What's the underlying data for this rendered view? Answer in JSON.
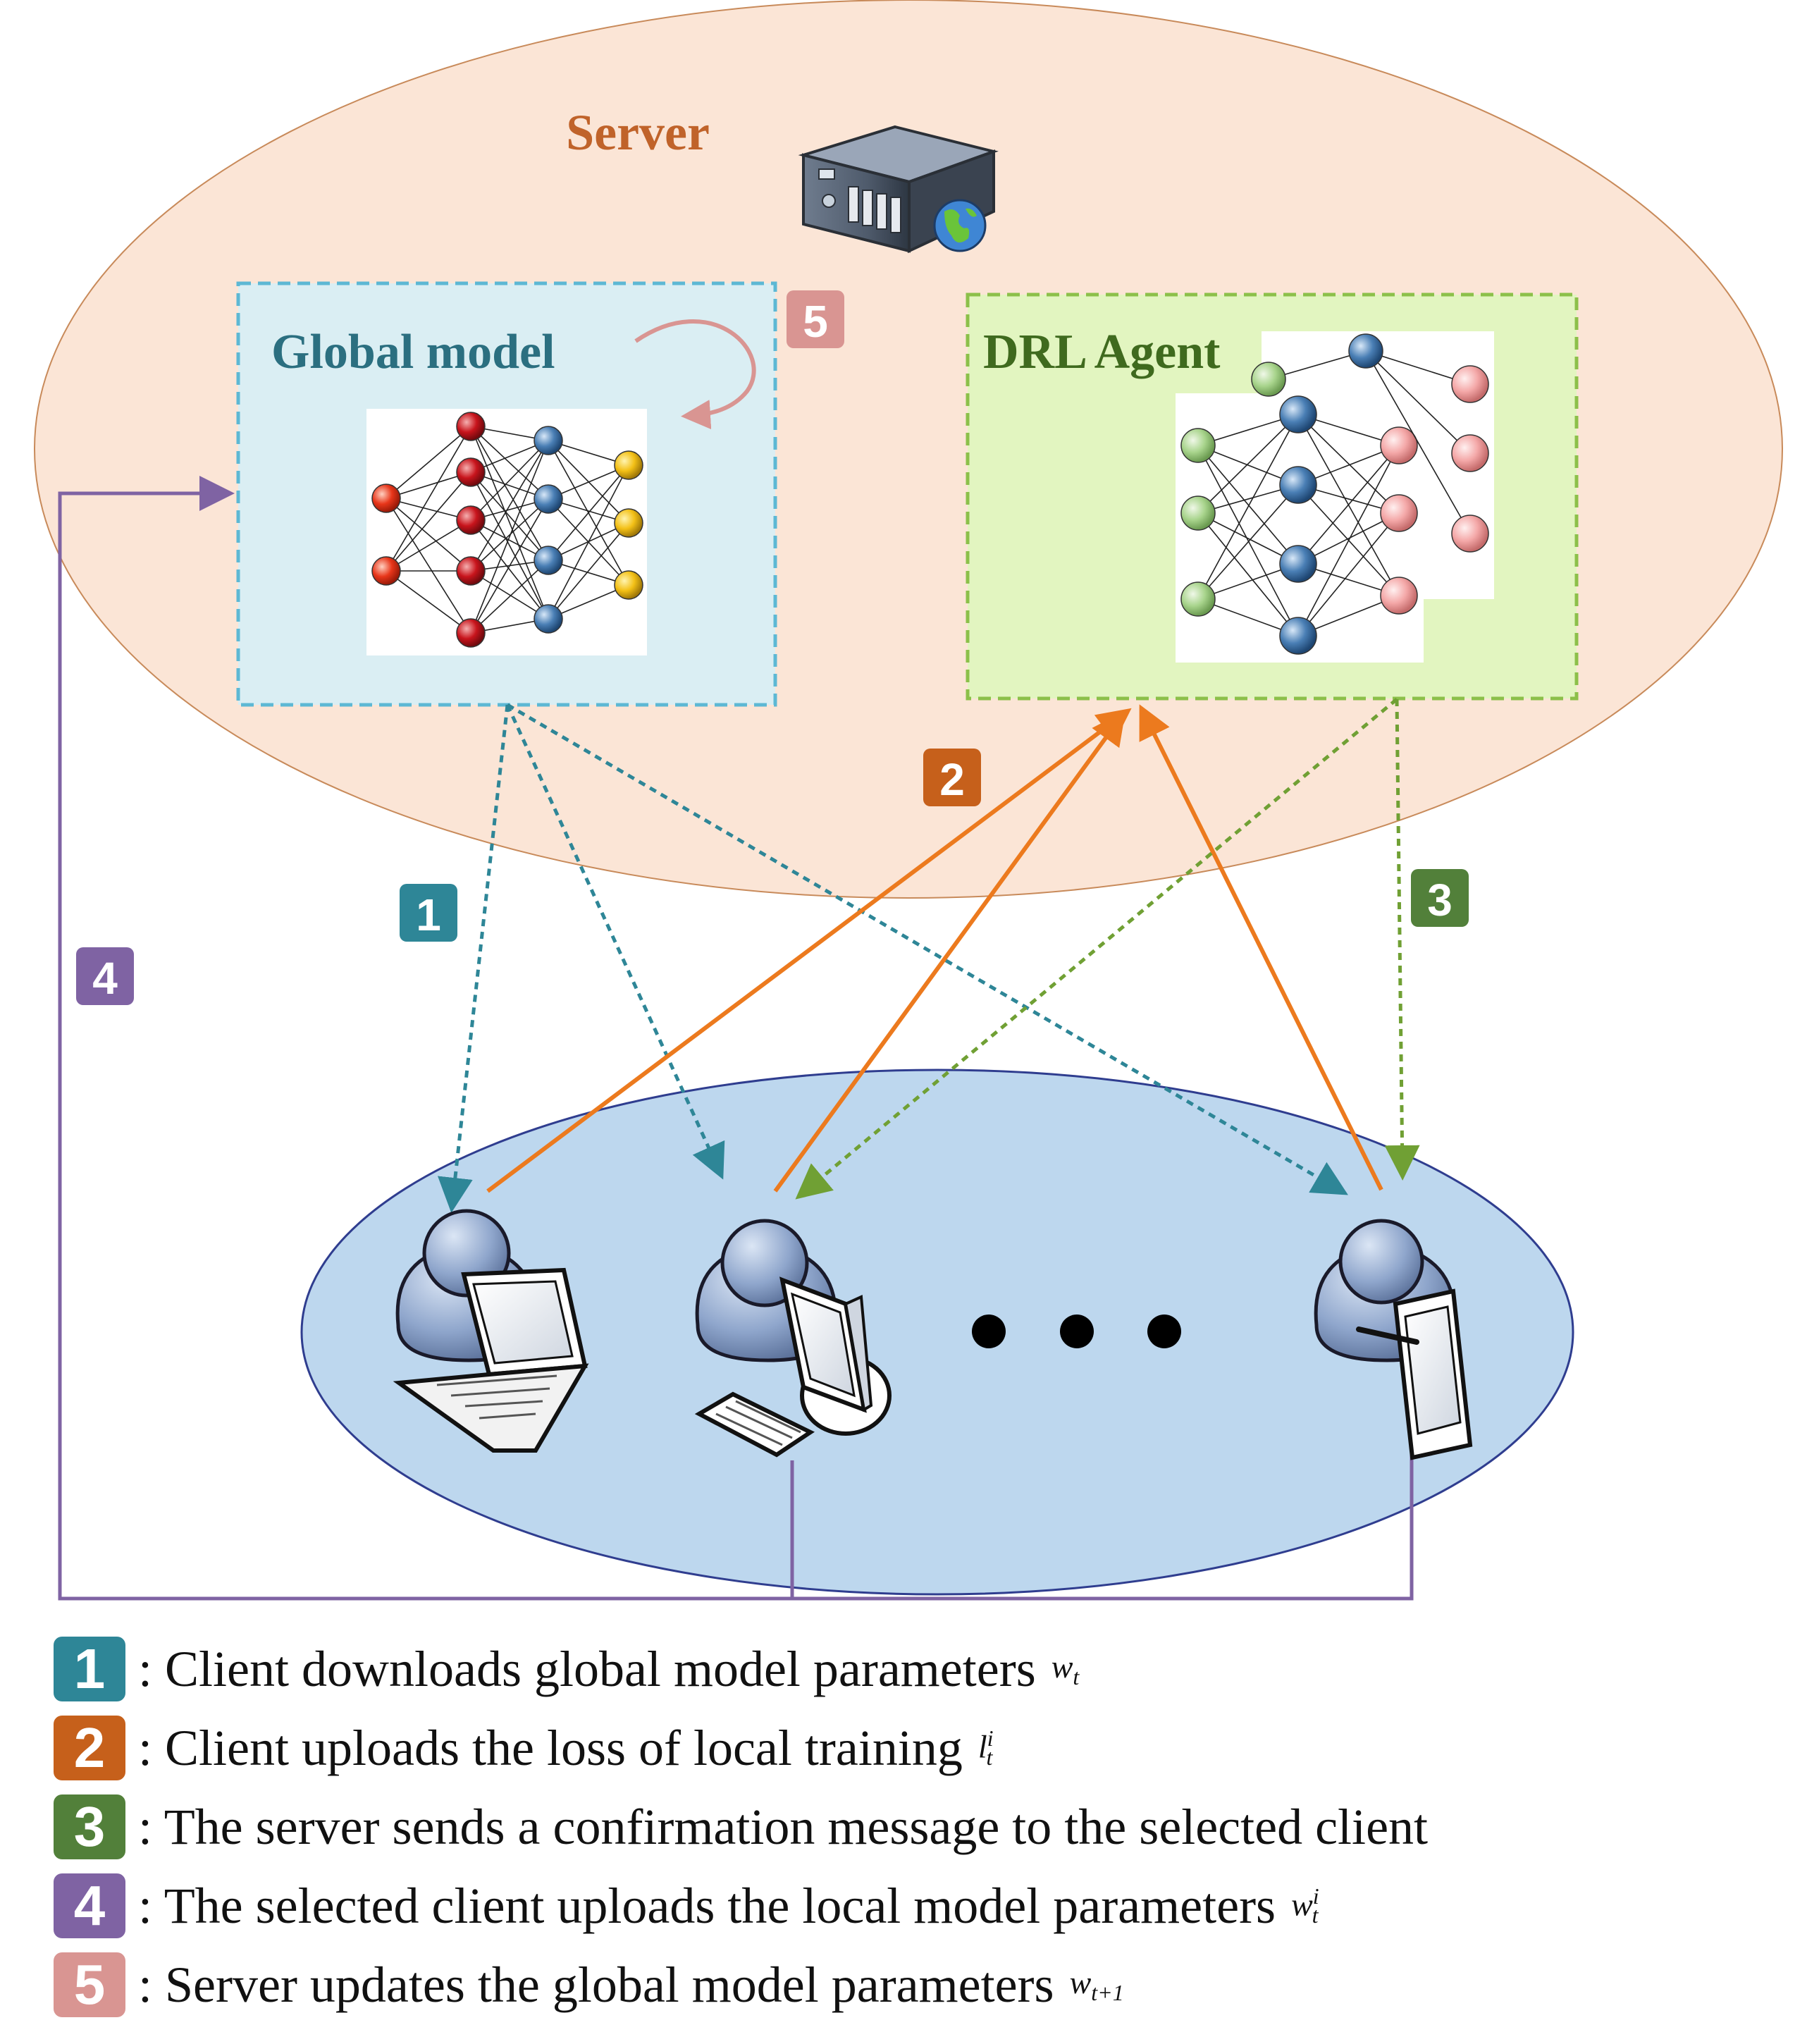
{
  "labels": {
    "server": "Server",
    "global_model": "Global model",
    "drl_agent": "DRL Agent"
  },
  "badges": [
    "1",
    "2",
    "3",
    "4",
    "5"
  ],
  "colors": {
    "step1": "#2e8697",
    "step2": "#c6601b",
    "step3": "#52803a",
    "step4": "#7f63a3",
    "step5": "#d99592",
    "server_ellipse": "#fbe5d6",
    "client_ellipse": "#bdd7ee",
    "global_box": "#daeef3",
    "drl_box": "#e2f5c0"
  },
  "legend": [
    {
      "num": "1",
      "text": ": Client downloads global model parameters",
      "math": "w",
      "sub": "t",
      "sup": ""
    },
    {
      "num": "2",
      "text": ": Client uploads the loss of local training",
      "math": "l",
      "sub": "t",
      "sup": "i"
    },
    {
      "num": "3",
      "text": ": The server sends a confirmation message to the selected client",
      "math": "",
      "sub": "",
      "sup": ""
    },
    {
      "num": "4",
      "text": ": The selected client uploads the local model parameters",
      "math": "w",
      "sub": "t",
      "sup": "i"
    },
    {
      "num": "5",
      "text": ": Server updates the global model parameters",
      "math": "w",
      "sub": "t+1",
      "sup": ""
    }
  ]
}
